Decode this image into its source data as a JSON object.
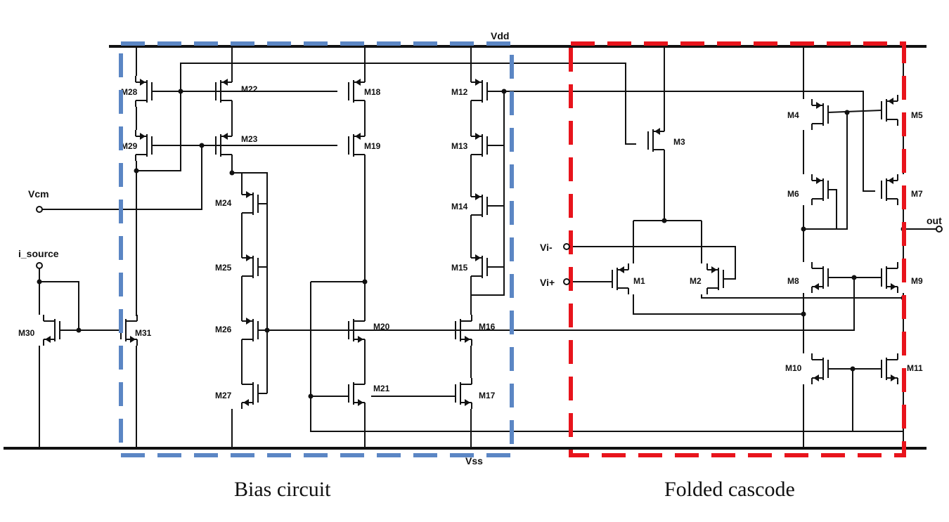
{
  "rails": {
    "top": "Vdd",
    "bottom": "Vss"
  },
  "blocks": {
    "bias": {
      "caption": "Bias circuit",
      "color": "#5b86c4"
    },
    "folded": {
      "caption": "Folded cascode",
      "color": "#e8141c"
    }
  },
  "pins": {
    "vcm": "Vcm",
    "i_source": "i_source",
    "vin_minus": "Vi-",
    "vin_plus": "Vi+",
    "out": "out"
  },
  "transistors": {
    "M1": "M1",
    "M2": "M2",
    "M3": "M3",
    "M4": "M4",
    "M5": "M5",
    "M6": "M6",
    "M7": "M7",
    "M8": "M8",
    "M9": "M9",
    "M10": "M10",
    "M11": "M11",
    "M12": "M12",
    "M13": "M13",
    "M14": "M14",
    "M15": "M15",
    "M16": "M16",
    "M17": "M17",
    "M18": "M18",
    "M19": "M19",
    "M20": "M20",
    "M21": "M21",
    "M22": "M22",
    "M23": "M23",
    "M24": "M24",
    "M25": "M25",
    "M26": "M26",
    "M27": "M27",
    "M28": "M28",
    "M29": "M29",
    "M30": "M30",
    "M31": "M31"
  }
}
